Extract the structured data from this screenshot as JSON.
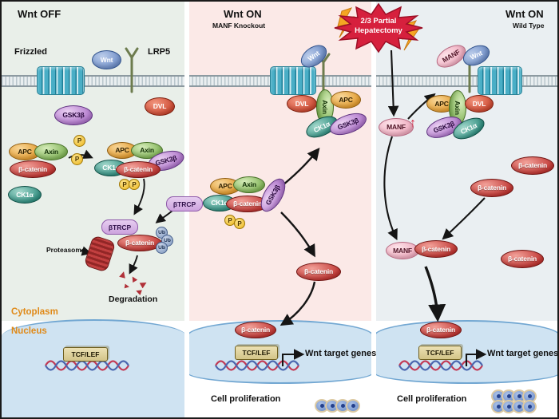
{
  "panels": {
    "left": {
      "title": "Wnt OFF"
    },
    "middle": {
      "title": "Wnt ON",
      "subtitle": "MANF Knockout"
    },
    "right": {
      "title": "Wnt ON",
      "subtitle": "Wild Type"
    }
  },
  "proteins": {
    "frizzled": "Frizzled",
    "lrp5": "LRP5",
    "wnt": "Wnt",
    "dvl": "DVL",
    "gsk3b": "GSK3β",
    "apc": "APC",
    "axin": "Axin",
    "b_catenin": "β-catenin",
    "ck1a": "CK1α",
    "btrcp": "βTRCP",
    "manf": "MANF",
    "tcf_lef": "TCF/LEF",
    "p": "P",
    "ub": "Ub"
  },
  "labels": {
    "proteasome": "Proteasome",
    "degradation": "Degradation",
    "cytoplasm": "Cytoplasm",
    "nucleus": "Nucleus",
    "wnt_target_genes": "Wnt target genes",
    "cell_proliferation": "Cell proliferation"
  },
  "starburst": {
    "line1": "2/3 Partial",
    "line2": "Hepatectomy"
  },
  "icons": {
    "up_arrow": "↑"
  },
  "colors": {
    "panel_left_bg": "#e9efe9",
    "panel_middle_bg": "#fbe9e7",
    "panel_right_bg": "#eaeff2",
    "nucleus_fill": "#cfe3f2",
    "nucleus_border": "#72a7d2",
    "apc": "#e39b2d",
    "axin": "#7fb355",
    "b_catenin": "#bf3330",
    "ck1a": "#2e8d7f",
    "gsk3b": "#ae74ca",
    "dvl": "#cb4730",
    "wnt": "#6e8ec8",
    "manf": "#efa9bd",
    "btrcp": "#cda3de",
    "phosphate": "#ecb820",
    "ubiquitin": "#7e96bc",
    "tcf_lef": "#d3c488",
    "starburst": "#d6203d",
    "lightning": "#f5a623",
    "cytoplasm_label": "#e08a18"
  }
}
